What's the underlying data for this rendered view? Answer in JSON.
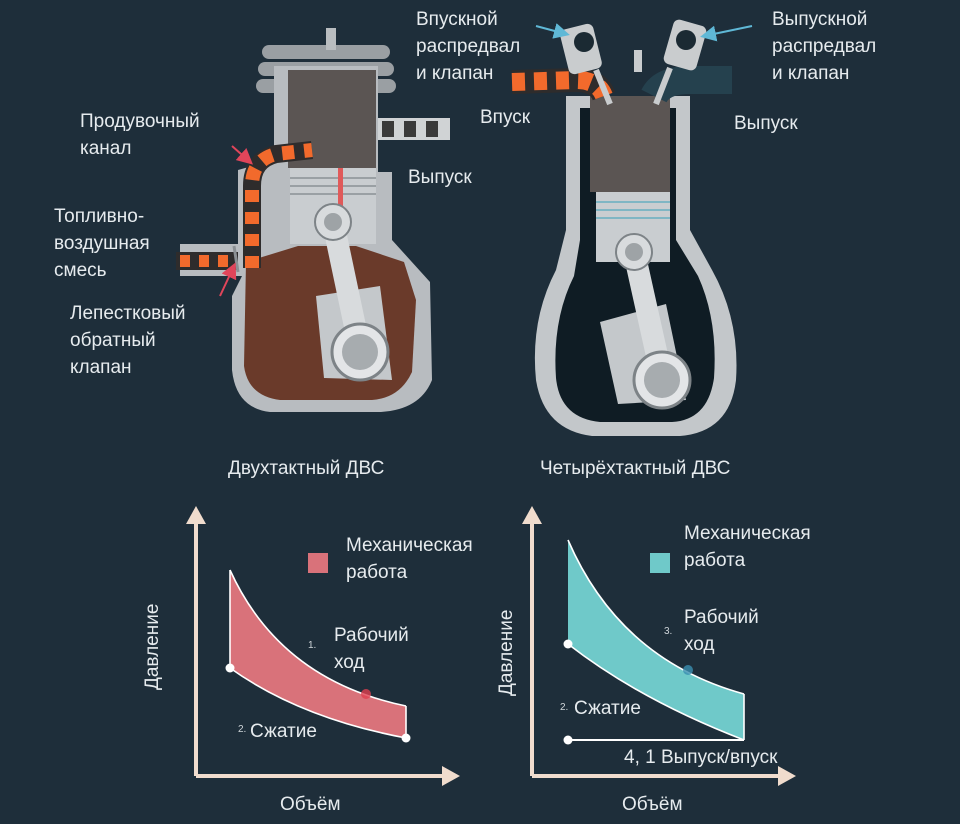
{
  "two_stroke": {
    "caption": "Двухтактный ДВС",
    "labels": {
      "transfer_port": "Продувочный\nканал",
      "mixture": "Топливно-\nвоздушная\nсмесь",
      "reed_valve": "Лепестковый\nобратный\nклапан",
      "exhaust": "Выпуск"
    }
  },
  "four_stroke": {
    "caption": "Четырёхтактный ДВС",
    "labels": {
      "intake_cam": "Впускной\nраспредвал\nи клапан",
      "exhaust_cam": "Выпускной\nраспредвал\nи клапан",
      "intake": "Впуск",
      "exhaust": "Выпуск"
    }
  },
  "pv_left": {
    "y_label": "Давление",
    "x_label": "Объём",
    "legend": "Механическая\nработа",
    "color": "#d9727a",
    "stroke1_num": "1.",
    "stroke1": "Рабочий\nход",
    "stroke2_num": "2.",
    "stroke2": "Сжатие"
  },
  "pv_right": {
    "y_label": "Давление",
    "x_label": "Объём",
    "legend": "Механическая\nработа",
    "color": "#6fc9c9",
    "stroke3_num": "3.",
    "stroke3": "Рабочий\nход",
    "stroke2_num": "2.",
    "stroke2": "Сжатие",
    "stroke41": "4, 1 Выпуск/впуск"
  }
}
